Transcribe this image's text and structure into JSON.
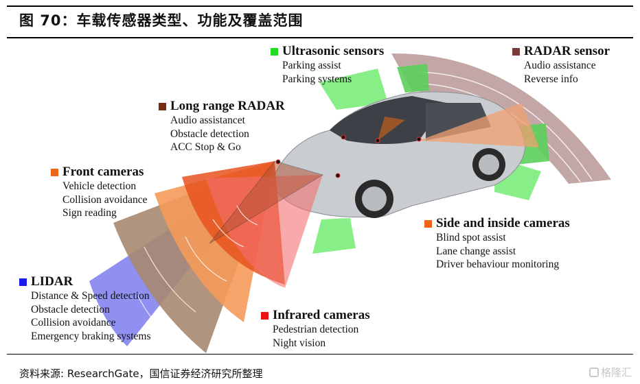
{
  "figure": {
    "title": "图 70：车载传感器类型、功能及覆盖范围",
    "source": "资料来源: ResearchGate，国信证券经济研究所整理",
    "watermark": "格隆汇"
  },
  "sensors": [
    {
      "id": "ultrasonic",
      "name": "Ultrasonic sensors",
      "color": "#22dd22",
      "zone_color": "#88ee88",
      "functions": [
        "Parking assist",
        "Parking systems"
      ]
    },
    {
      "id": "radar",
      "name": "RADAR sensor",
      "color": "#7a3a3a",
      "zone_color": "#b89898",
      "functions": [
        "Audio assistance",
        "Reverse info"
      ]
    },
    {
      "id": "long-range-radar",
      "name": "Long range RADAR",
      "color": "#7a2a10",
      "zone_color": "#f07a30",
      "functions": [
        "Audio assistancet",
        "Obstacle detection",
        "ACC Stop & Go"
      ]
    },
    {
      "id": "front-cameras",
      "name": "Front cameras",
      "color": "#f06418",
      "zone_color": "#f59a5a",
      "functions": [
        "Vehicle detection",
        "Collision avoidance",
        "Sign reading"
      ]
    },
    {
      "id": "side-inside-cameras",
      "name": "Side and inside cameras",
      "color": "#f06418",
      "zone_color": "#f0a070",
      "functions": [
        "Blind spot assist",
        "Lane change assist",
        "Driver behaviour monitoring"
      ]
    },
    {
      "id": "lidar",
      "name": "LIDAR",
      "color": "#1a1aee",
      "zone_color": "#8a8af0",
      "functions": [
        "Distance & Speed detection",
        "Obstacle detection",
        "Collision avoidance",
        "Emergency braking systems"
      ]
    },
    {
      "id": "infrared-cameras",
      "name": "Infrared cameras",
      "color": "#ee1111",
      "zone_color": "#f47070",
      "functions": [
        "Pedestrian detection",
        "Night vision"
      ]
    }
  ]
}
